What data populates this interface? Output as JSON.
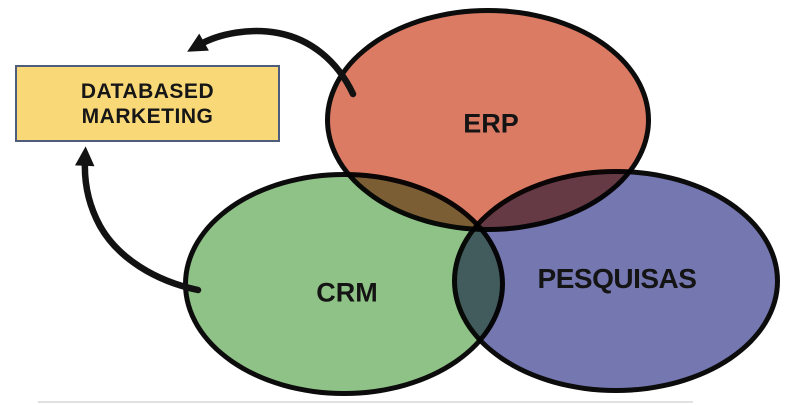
{
  "diagram": {
    "background": "#ffffff",
    "outline_color": "#0c0c0c",
    "arrow_color": "#121212",
    "label_color": "#141414",
    "overlap_blend": "multiply",
    "box": {
      "line1": "DATABASED",
      "line2": "MARKETING",
      "fill": "#f9d878",
      "border_color": "#4e5c7d",
      "text_color": "#161616"
    },
    "sets": [
      {
        "label": "ERP",
        "fill": "#db7b63"
      },
      {
        "label": "CRM",
        "fill": "#8fc286"
      },
      {
        "label": "PESQUISAS",
        "fill": "#7577b1"
      }
    ],
    "arrows": [
      {
        "from": "ERP",
        "to": "DATABASED MARKETING"
      },
      {
        "from": "CRM",
        "to": "DATABASED MARKETING"
      }
    ]
  }
}
